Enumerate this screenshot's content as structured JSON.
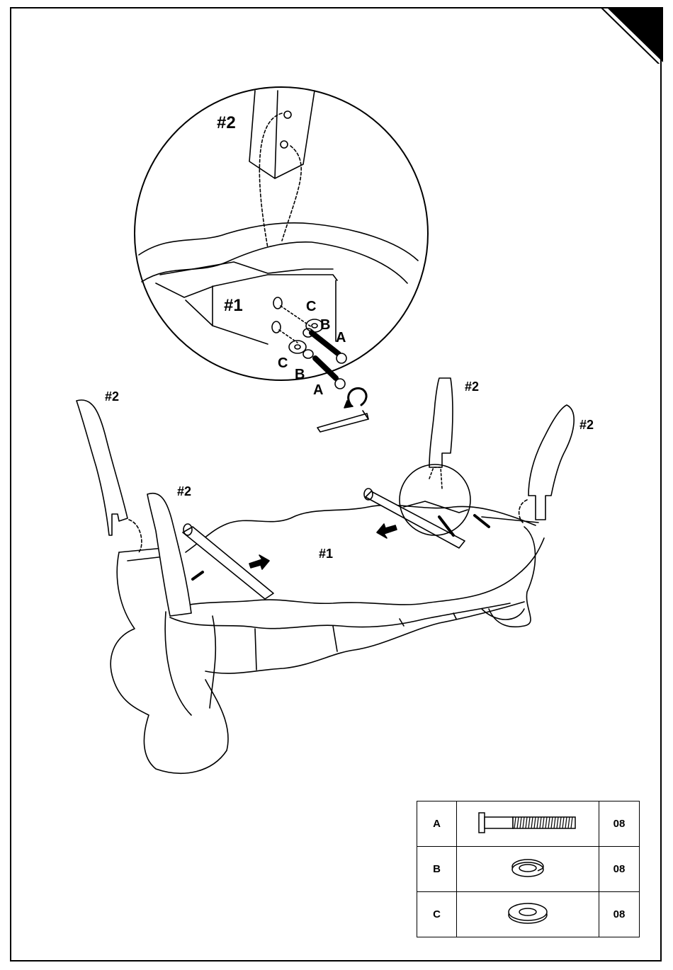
{
  "labels": {
    "zoom_leg": "#2",
    "zoom_frame": "#1",
    "zoom_c_top": "C",
    "zoom_b_top": "B",
    "zoom_a_top": "A",
    "zoom_c_bot": "C",
    "zoom_b_bot": "B",
    "zoom_a_bot": "A",
    "leg_back_left": "#2",
    "leg_front_left": "#2",
    "leg_back_right": "#2",
    "leg_front_right": "#2",
    "bench_body": "#1"
  },
  "parts_table": [
    {
      "letter": "A",
      "part": "bolt",
      "qty": "08"
    },
    {
      "letter": "B",
      "part": "spring washer",
      "qty": "08"
    },
    {
      "letter": "C",
      "part": "flat washer",
      "qty": "08"
    }
  ],
  "colors": {
    "ink": "#000000",
    "paper": "#ffffff"
  }
}
